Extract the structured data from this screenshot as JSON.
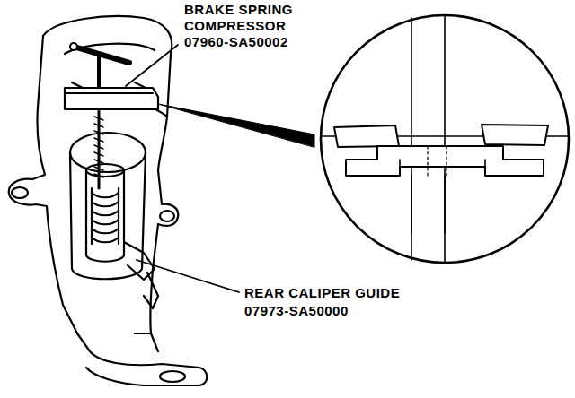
{
  "diagram": {
    "labels": [
      "BRAKE SPRING COMPRESSOR",
      "07960-SA50002",
      "REAR CALIPER GUIDE",
      "07973-SA50000"
    ]
  }
}
